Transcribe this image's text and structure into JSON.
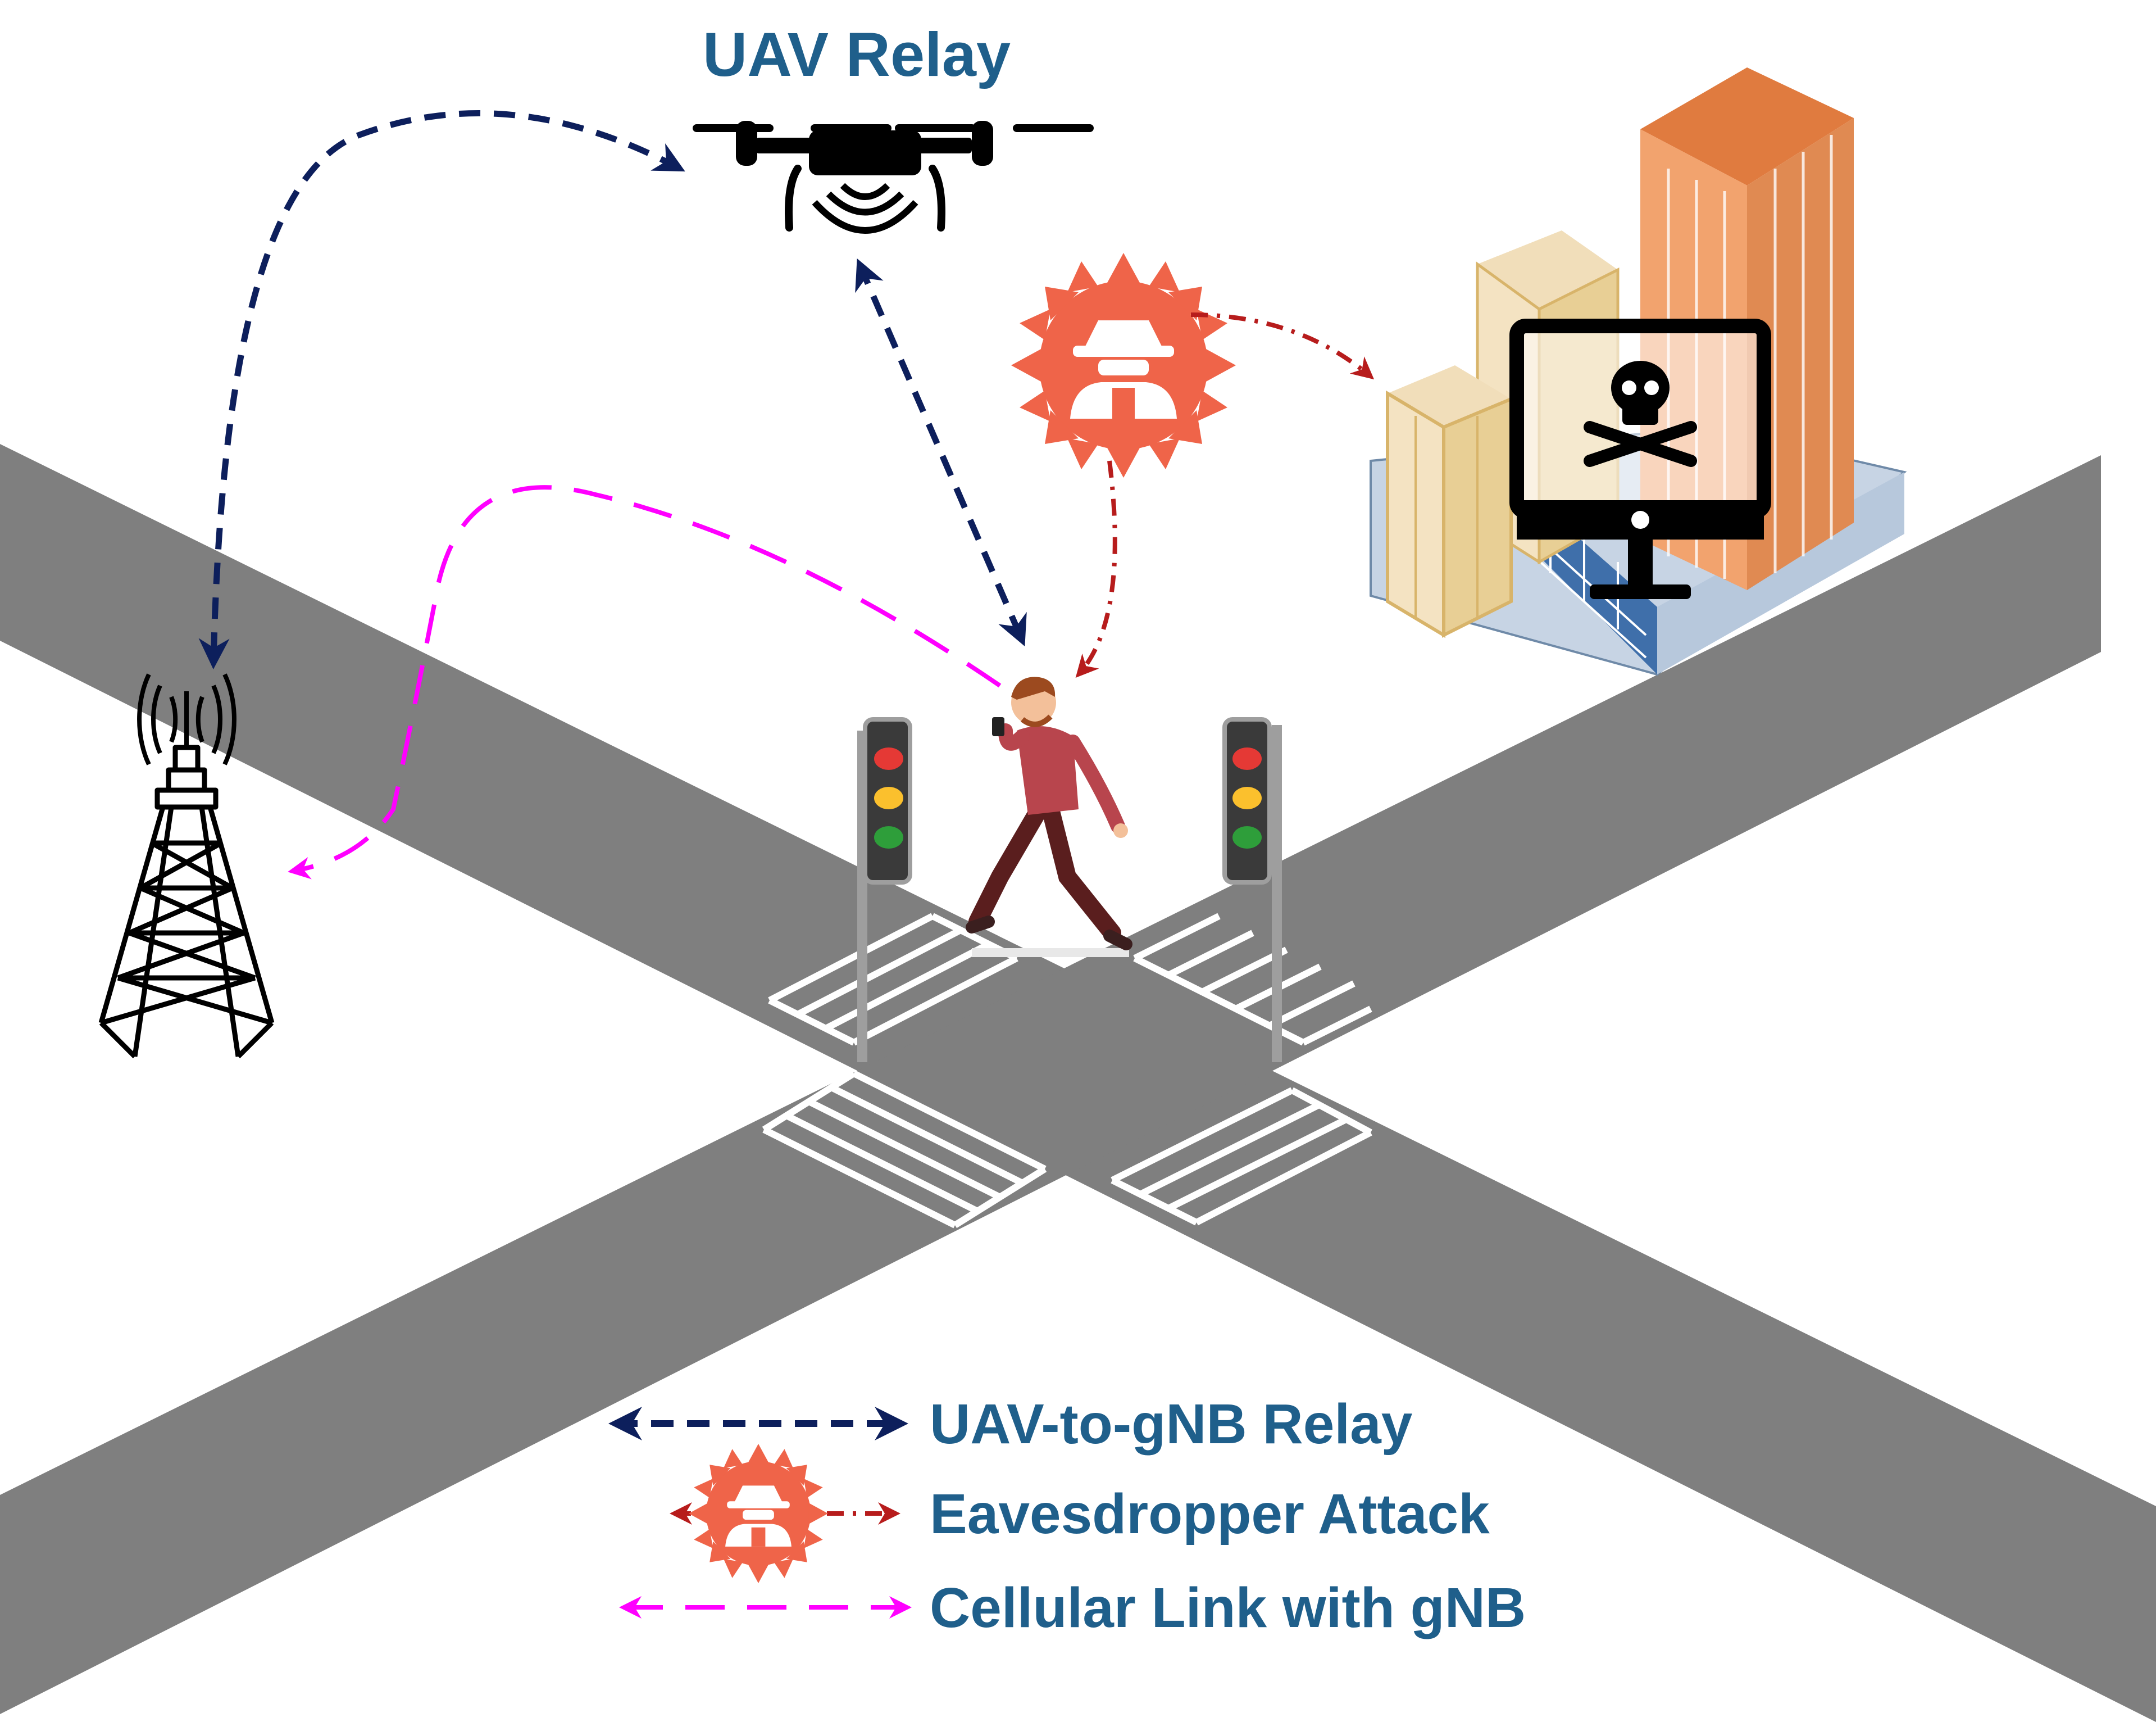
{
  "title": "UAV Relay",
  "legend": {
    "items": [
      {
        "label": "UAV-to-gNB Relay",
        "color": "#0d1f5c",
        "style": "short-dash"
      },
      {
        "label": "Eavesdropper Attack",
        "color": "#b71c1c",
        "style": "dash-dot"
      },
      {
        "label": "Cellular Link with gNB",
        "color": "#ff00ff",
        "style": "long-dash"
      }
    ]
  },
  "colors": {
    "road": "#7f7f7f",
    "crosswalk": "#ffffff",
    "uav_link": "#0d1f5c",
    "attack_link": "#b71c1c",
    "cellular_link": "#ff00ff",
    "eavesdropper": "#ef6449",
    "label": "#1f5f8b"
  },
  "icons": [
    "drone-icon",
    "cell-tower-icon",
    "eavesdropper-icon",
    "pedestrian-icon",
    "traffic-light-icon",
    "skull-monitor-icon",
    "buildings-icon"
  ]
}
